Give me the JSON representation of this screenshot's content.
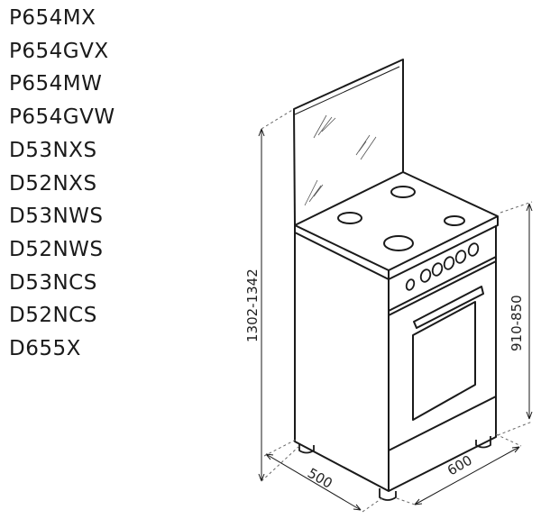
{
  "models": [
    "P654MX",
    "P654GVX",
    "P654MW",
    "P654GVW",
    "D53NXS",
    "D52NXS",
    "D53NWS",
    "D52NWS",
    "D53NCS",
    "D52NCS",
    "D655X"
  ],
  "dimensions": {
    "height": "1302-1342",
    "worktop_height": "910-850",
    "depth": "500",
    "width": "600"
  }
}
